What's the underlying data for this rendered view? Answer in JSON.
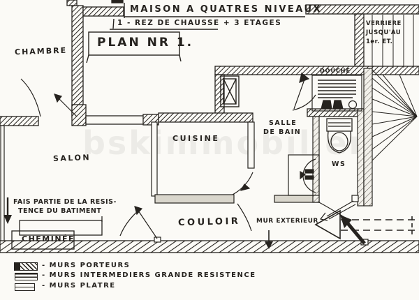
{
  "title_block": {
    "line1": "MAISON A QUATRES NIVEAUX",
    "line2": "1 - REZ DE CHAUSSE + 3 ETAGES",
    "plan_label": "PLAN NR 1."
  },
  "rooms": {
    "chambre": "CHAMBRE",
    "salon": "SALON",
    "cuisine": "CUISINE",
    "salle_de_bain_line1": "SALLE",
    "salle_de_bain_line2": "DE BAIN",
    "douche": "DOUCHE",
    "wc": "WS",
    "couloir": "COULOIR",
    "verriere_line1": "VERRIERE",
    "verriere_line2": "JUSQU'AU",
    "verriere_line3": "1er. ET."
  },
  "annotations": {
    "resistance_line1": "FAIS PARTIE DE LA RESIS-",
    "resistance_line2": "TENCE DU BATIMENT",
    "cheminee": "CHEMINÉE",
    "mur_exterieur": "MUR EXTERIEUR"
  },
  "legend": {
    "items": [
      {
        "label": "- MURS PORTEURS"
      },
      {
        "label": "- MURS INTERMEDIERS GRANDE RESISTENCE"
      },
      {
        "label": "- MURS PLATRE"
      }
    ]
  },
  "watermark": "bskimmobilier",
  "colors": {
    "ink": "#26231f",
    "paper": "#fbfaf6",
    "intermediate_wall_gray": "#d9d6cc"
  }
}
